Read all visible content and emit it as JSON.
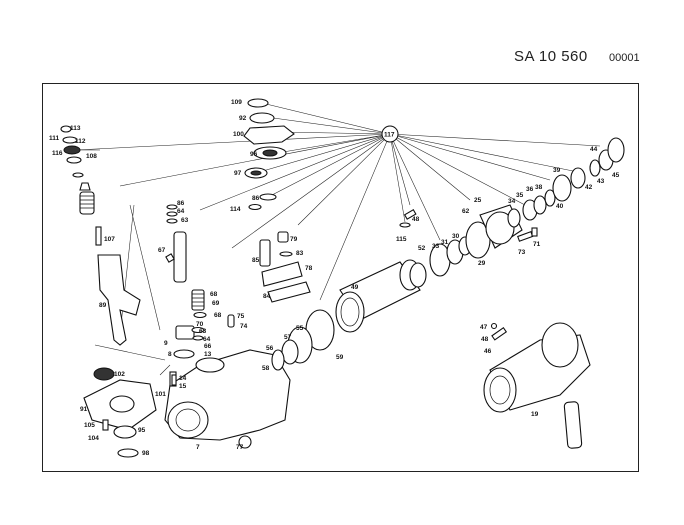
{
  "header": {
    "ref_main": "SA 10 560",
    "ref_sub": "00001"
  },
  "callouts": {
    "hub": "117",
    "labels": [
      "109",
      "92",
      "100",
      "96",
      "97",
      "114",
      "86",
      "113",
      "111",
      "112",
      "116",
      "108",
      "107",
      "89",
      "9",
      "8",
      "102",
      "91",
      "101",
      "14",
      "15",
      "105",
      "104",
      "95",
      "98",
      "7",
      "77",
      "86b",
      "64",
      "63",
      "67",
      "68",
      "69",
      "68b",
      "70",
      "63b",
      "64b",
      "66",
      "13",
      "75",
      "74",
      "79",
      "83",
      "85",
      "78",
      "84",
      "48",
      "115",
      "52",
      "33",
      "31",
      "30",
      "29",
      "25",
      "62",
      "34",
      "35",
      "36",
      "38",
      "39",
      "40",
      "42",
      "44",
      "43",
      "45",
      "71",
      "73",
      "49",
      "57",
      "55",
      "56",
      "58",
      "59",
      "47",
      "48b",
      "46",
      "19"
    ],
    "label_texts": {
      "109": "109",
      "92": "92",
      "100": "100",
      "96": "96",
      "97": "97",
      "114": "114",
      "86": "86",
      "113": "113",
      "111": "111",
      "112": "112",
      "116": "116",
      "108": "108",
      "107": "107",
      "89": "89",
      "9": "9",
      "8": "8",
      "102": "102",
      "91": "91",
      "101": "101",
      "14": "14",
      "15": "15",
      "105": "105",
      "104": "104",
      "95": "95",
      "98": "98",
      "7": "7",
      "77": "77",
      "86b": "86",
      "64": "64",
      "63": "63",
      "67": "67",
      "68": "68",
      "69": "69",
      "68b": "68",
      "70": "70",
      "63b": "63",
      "64b": "64",
      "66": "66",
      "13": "13",
      "75": "75",
      "74": "74",
      "79": "79",
      "83": "83",
      "85": "85",
      "78": "78",
      "84": "84",
      "48": "48",
      "115": "115",
      "52": "52",
      "33": "33",
      "31": "31",
      "30": "30",
      "29": "29",
      "25": "25",
      "62": "62",
      "34": "34",
      "35": "35",
      "36": "36",
      "38": "38",
      "39": "39",
      "40": "40",
      "42": "42",
      "44": "44",
      "43": "43",
      "45": "45",
      "71": "71",
      "73": "73",
      "49": "49",
      "57": "57",
      "55": "55",
      "56": "56",
      "58": "58",
      "59": "59",
      "47": "47",
      "48b": "48",
      "46": "46",
      "19": "19"
    }
  }
}
